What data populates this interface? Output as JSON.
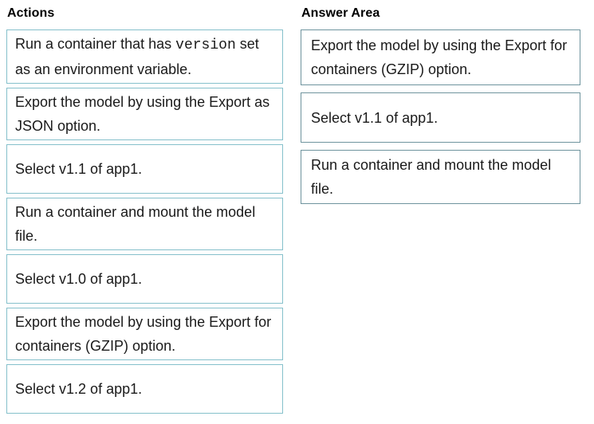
{
  "colors": {
    "page_bg": "#ffffff",
    "text": "#1a1a1a",
    "heading_text": "#000000",
    "action_box_border": "#85c0cb",
    "answer_box_border": "#6f949e",
    "box_bg": "#ffffff"
  },
  "actions": {
    "heading": "Actions",
    "items": [
      {
        "pre": "Run a container that has ",
        "mono": "version",
        "post": " set as an environment variable."
      },
      {
        "text": "Export the model by using the Export as JSON option."
      },
      {
        "text": "Select v1.1 of app1."
      },
      {
        "text": "Run a container and mount the model file."
      },
      {
        "text": "Select v1.0 of app1."
      },
      {
        "text": "Export the model by using the Export for containers (GZIP) option."
      },
      {
        "text": "Select v1.2 of app1."
      }
    ]
  },
  "answer_area": {
    "heading": "Answer Area",
    "items": [
      {
        "text": "Export the model by using the Export for containers (GZIP) option."
      },
      {
        "text": "Select v1.1 of app1."
      },
      {
        "text": "Run a container and mount the model file."
      }
    ]
  }
}
